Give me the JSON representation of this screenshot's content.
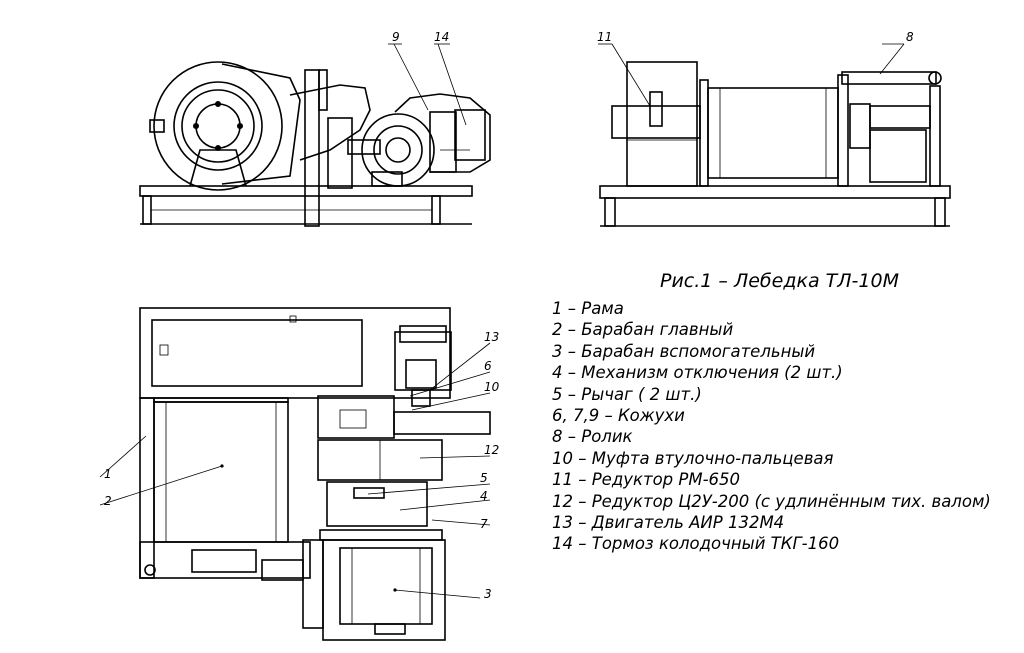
{
  "title": "Рис.1 – Лебедка ТЛ-10М",
  "legend": [
    "1 – Рама",
    "2 – Барабан главный",
    "3 – Барабан вспомогательный",
    "4 – Механизм отключения (2 шт.)",
    "5 – Рычаг ( 2 шт.)",
    "6, 7,9 – Кожухи",
    "8 – Ролик",
    "10 – Муфта втулочно-пальцевая",
    "11 – Редуктор РМ-650",
    "12 – Редуктор Ц2У-200 (с удлинённым тих. валом)",
    "13 – Двигатель АИР 132М4",
    "14 – Тормоз колодочный ТКГ-160"
  ],
  "callouts": {
    "side": [
      "9",
      "14"
    ],
    "front": [
      "11",
      "8"
    ],
    "plan": [
      "13",
      "6",
      "10",
      "12",
      "5",
      "4",
      "7",
      "1",
      "2",
      "3"
    ]
  }
}
